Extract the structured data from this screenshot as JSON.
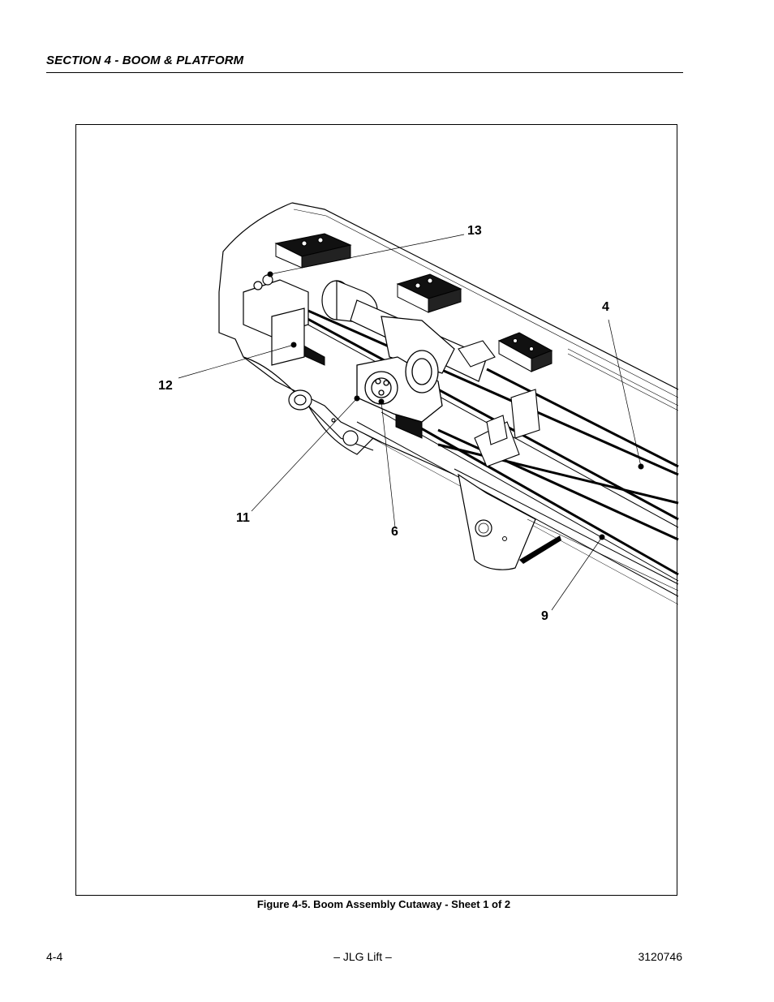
{
  "header": {
    "section_title": "SECTION 4 - BOOM & PLATFORM"
  },
  "figure": {
    "callouts": {
      "c13": "13",
      "c4": "4",
      "c12": "12",
      "c11": "11",
      "c6": "6",
      "c9": "9"
    },
    "caption": "Figure 4-5.  Boom Assembly Cutaway - Sheet 1 of 2"
  },
  "footer": {
    "page_number": "4-4",
    "publisher": "– JLG Lift –",
    "document_number": "3120746"
  }
}
